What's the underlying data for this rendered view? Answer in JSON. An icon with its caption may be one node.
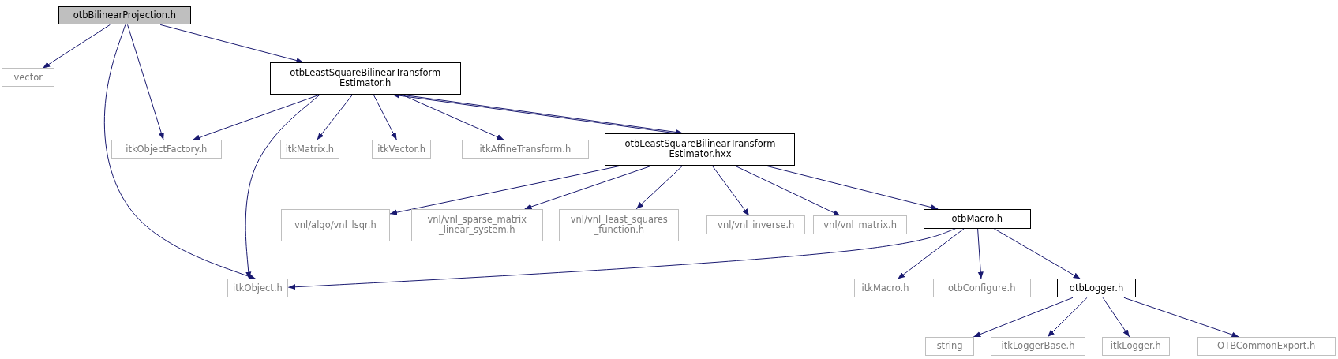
{
  "diagram": {
    "nodes": [
      {
        "text": [
          "otbBilinearProjection.h"
        ]
      },
      {
        "text": [
          "vector"
        ]
      },
      {
        "text": [
          "otbLeastSquareBilinearTransform Estimator.h"
        ]
      },
      {
        "text": [
          "itkObjectFactory.h"
        ]
      },
      {
        "text": [
          "itkMatrix.h"
        ]
      },
      {
        "text": [
          "itkVector.h"
        ]
      },
      {
        "text": [
          "itkAffineTransform.h"
        ]
      },
      {
        "text": [
          "otbLeastSquareBilinearTransform Estimator.hxx"
        ]
      },
      {
        "text": [
          "vnl/algo/vnl_lsqr.h"
        ]
      },
      {
        "text": [
          "vnl/vnl_sparse_matrix _linear_system.h"
        ]
      },
      {
        "text": [
          "vnl/vnl_least_squares _function.h"
        ]
      },
      {
        "text": [
          "vnl/vnl_inverse.h"
        ]
      },
      {
        "text": [
          "vnl/vnl_matrix.h"
        ]
      },
      {
        "text": [
          "otbMacro.h"
        ]
      },
      {
        "text": [
          "itkObject.h"
        ]
      },
      {
        "text": [
          "itkMacro.h"
        ]
      },
      {
        "text": [
          "otbConfigure.h"
        ]
      },
      {
        "text": [
          "otbLogger.h"
        ]
      },
      {
        "text": [
          "string"
        ]
      },
      {
        "text": [
          "itkLoggerBase.h"
        ]
      },
      {
        "text": [
          "itkLogger.h"
        ]
      },
      {
        "text": [
          "OTBCommonExport.h"
        ]
      }
    ],
    "edges": [
      {
        "from": 0,
        "to": 1,
        "arrow": "to"
      },
      {
        "from": 0,
        "to": 3,
        "arrow": "to"
      },
      {
        "from": 0,
        "to": 14,
        "arrow": "to"
      },
      {
        "from": 0,
        "to": 2,
        "arrow": "to"
      },
      {
        "from": 2,
        "to": 3,
        "arrow": "to"
      },
      {
        "from": 2,
        "to": 14,
        "arrow": "to"
      },
      {
        "from": 2,
        "to": 4,
        "arrow": "to"
      },
      {
        "from": 2,
        "to": 5,
        "arrow": "to"
      },
      {
        "from": 2,
        "to": 6,
        "arrow": "to"
      },
      {
        "from": 2,
        "to": 7,
        "arrow": "to"
      },
      {
        "from": 7,
        "to": 2,
        "arrow": "to"
      },
      {
        "from": 7,
        "to": 8,
        "arrow": "to"
      },
      {
        "from": 7,
        "to": 9,
        "arrow": "to"
      },
      {
        "from": 7,
        "to": 10,
        "arrow": "to"
      },
      {
        "from": 7,
        "to": 11,
        "arrow": "to"
      },
      {
        "from": 7,
        "to": 12,
        "arrow": "to"
      },
      {
        "from": 7,
        "to": 13,
        "arrow": "to"
      },
      {
        "from": 13,
        "to": 14,
        "arrow": "to"
      },
      {
        "from": 13,
        "to": 15,
        "arrow": "to"
      },
      {
        "from": 13,
        "to": 16,
        "arrow": "to"
      },
      {
        "from": 13,
        "to": 17,
        "arrow": "to"
      },
      {
        "from": 17,
        "to": 18,
        "arrow": "to"
      },
      {
        "from": 17,
        "to": 19,
        "arrow": "to"
      },
      {
        "from": 17,
        "to": 20,
        "arrow": "to"
      },
      {
        "from": 17,
        "to": 21,
        "arrow": "to"
      }
    ]
  }
}
